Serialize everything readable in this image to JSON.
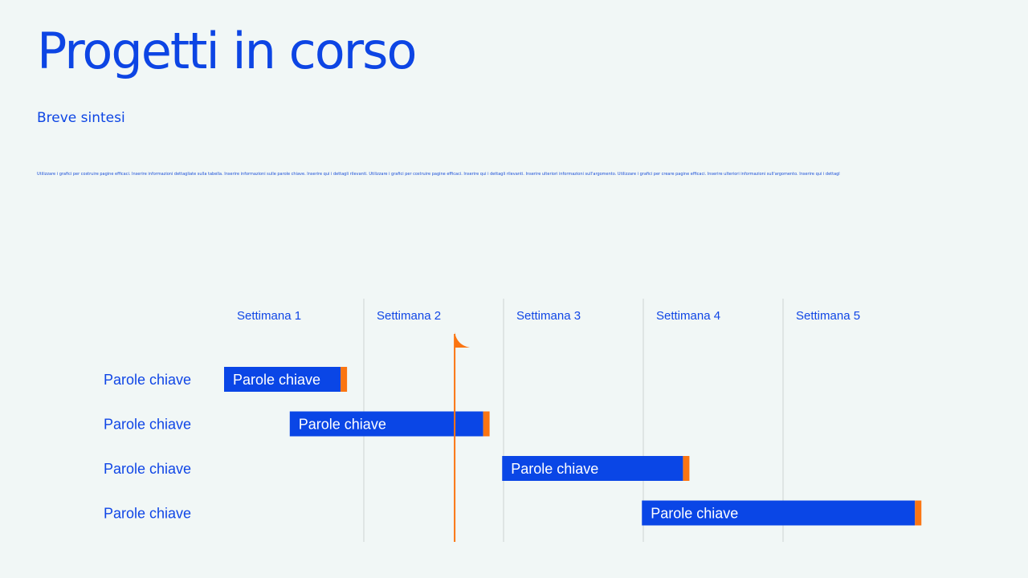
{
  "slide": {
    "title": "Progetti in corso",
    "subtitle": "Breve  sintesi",
    "body": "Utilizzare i grafici per costruire pagine efficaci. Inserire informazioni dettagliate sulla tabella. Inserire informazioni sulle parole chiave. Inserire qui i dettagli rilevanti. Utilizzare i grafici per costruire pagine efficaci. Inserire qui i dettagli rilevanti.  Inserire ulteriori informazioni sull'argomento. Utilizzare i grafici per creare pagine efficaci. Inserire ulteriori informazioni sull'argomento. Inserire qui i dettagli rilevanti."
  },
  "colors": {
    "bar": "#0a46e6",
    "bar_end": "#fb7512",
    "marker": "#fb7512",
    "grid": "#dfe5e4",
    "text": "#1046e6"
  },
  "chart_data": {
    "type": "gantt",
    "columns": [
      "Settimana 1",
      "Settimana 2",
      "Settimana 3",
      "Settimana 4",
      "Settimana 5"
    ],
    "tasks": [
      {
        "row_label": "Parole chiave",
        "bar_label": "Parole chiave",
        "start": 0.0,
        "end": 0.88
      },
      {
        "row_label": "Parole chiave",
        "bar_label": "Parole chiave",
        "start": 0.47,
        "end": 1.9
      },
      {
        "row_label": "Parole chiave",
        "bar_label": "Parole chiave",
        "start": 1.99,
        "end": 3.33
      },
      {
        "row_label": "Parole chiave",
        "bar_label": "Parole chiave",
        "start": 2.99,
        "end": 4.99
      }
    ],
    "marker": {
      "position": 1.65
    }
  }
}
